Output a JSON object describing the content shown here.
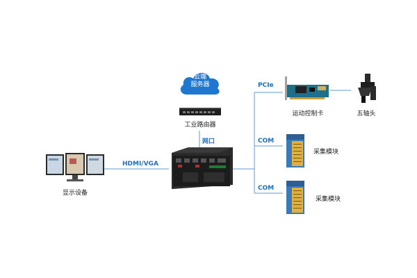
{
  "cloud": {
    "line1": "云端",
    "line2": "服务器"
  },
  "router": {
    "label": "工业路由器"
  },
  "network_label": "网口",
  "display": {
    "label": "显示设备",
    "link_label": "HDMI/VGA"
  },
  "branches": {
    "pcie": {
      "link_label": "PCIe",
      "card_label": "运动控制卡",
      "device_label": "五轴头"
    },
    "com1": {
      "link_label": "COM",
      "module_label": "采集模块"
    },
    "com2": {
      "link_label": "COM",
      "module_label": "采集模块"
    }
  },
  "colors": {
    "link_line": "#5b9bd5",
    "accent": "#1f6fc0",
    "cloud": "#1f77d0"
  }
}
